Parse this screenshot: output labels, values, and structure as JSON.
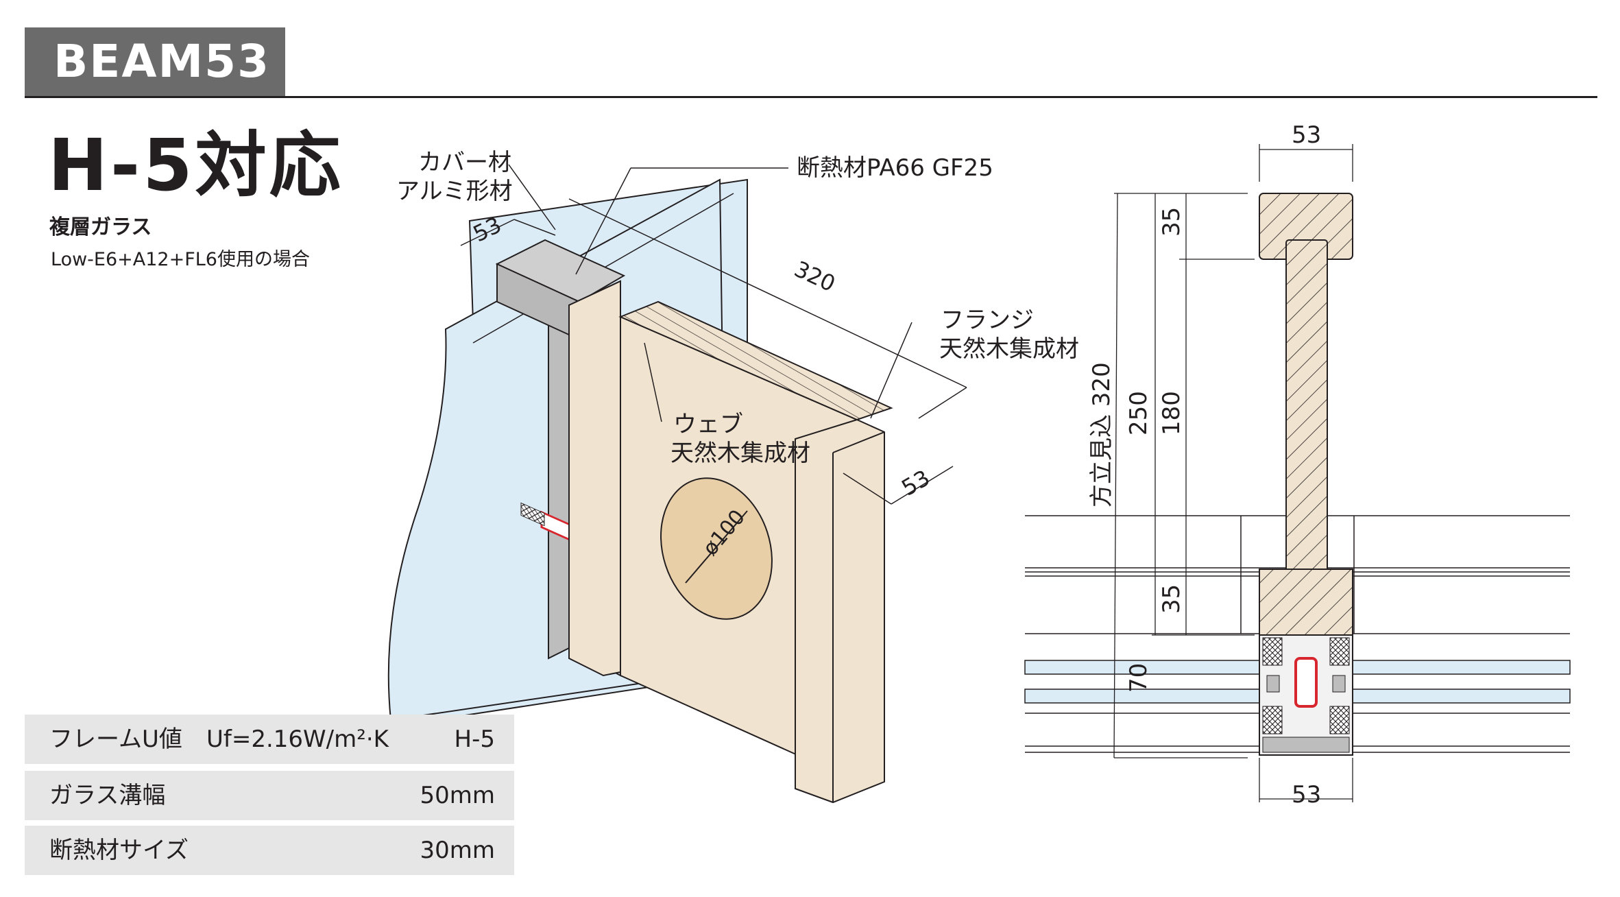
{
  "header": {
    "model": "BEAM53"
  },
  "heading": "H-5対応",
  "glass": {
    "type": "複層ガラス",
    "spec": "Low-E6+A12+FL6使用の場合"
  },
  "specs": {
    "frame_label": "フレームU値",
    "frame_value": "Uf=2.16W/m²·K",
    "frame_grade": "H-5",
    "glass_groove_label": "ガラス溝幅",
    "glass_groove_value": "50mm",
    "insulation_label": "断熱材サイズ",
    "insulation_value": "30mm"
  },
  "iso_labels": {
    "cover_1": "カバー材",
    "cover_2": "アルミ形材",
    "insulation": "断熱材PA66 GF25",
    "dim_53_top": "53",
    "dim_320": "320",
    "flange_1": "フランジ",
    "flange_2": "天然木集成材",
    "web_1": "ウェブ",
    "web_2": "天然木集成材",
    "dim_53_side": "53",
    "hole": "ø100"
  },
  "section_labels": {
    "dim_53_top": "53",
    "dim_35_top": "35",
    "dim_320": "方立見込 320",
    "dim_250": "250",
    "dim_180": "180",
    "dim_35_bottom": "35",
    "dim_70": "70",
    "dim_53_bottom": "53"
  },
  "colors": {
    "wood": "#f0e3cf",
    "glass": "#dcecf7",
    "aluminium": "#bfbfbf",
    "tab": "#6b6b6b",
    "gasket_red": "#d7262e"
  }
}
